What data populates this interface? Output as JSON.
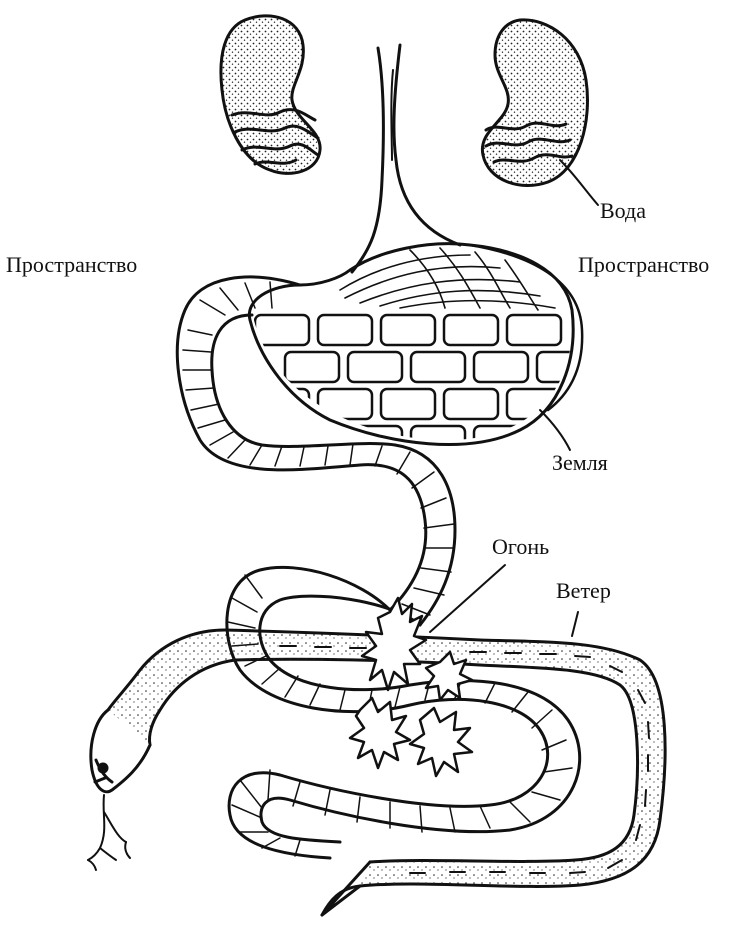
{
  "labels": {
    "water": "Вода",
    "space_left": "Пространство",
    "space_right": "Пространство",
    "earth": "Земля",
    "fire": "Огонь",
    "wind": "Ветер"
  },
  "colors": {
    "ink": "#111111",
    "background": "#ffffff",
    "stipple": "#222222"
  }
}
